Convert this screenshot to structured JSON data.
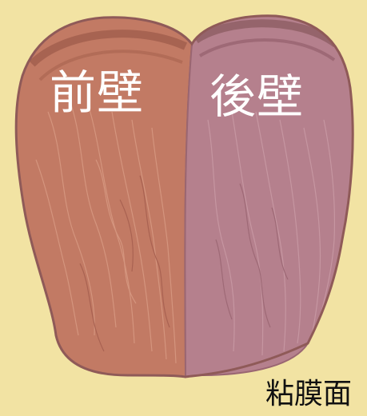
{
  "labels": {
    "front_wall": "前壁",
    "back_wall": "後壁",
    "mucosal_surface": "粘膜面"
  },
  "colors": {
    "background": "#f2e3a3",
    "front_wall_fill": "#c27a64",
    "back_wall_fill": "#b5808d",
    "outline": "#8f5a58",
    "label_text": "#ffffff",
    "caption_text": "#111111"
  }
}
